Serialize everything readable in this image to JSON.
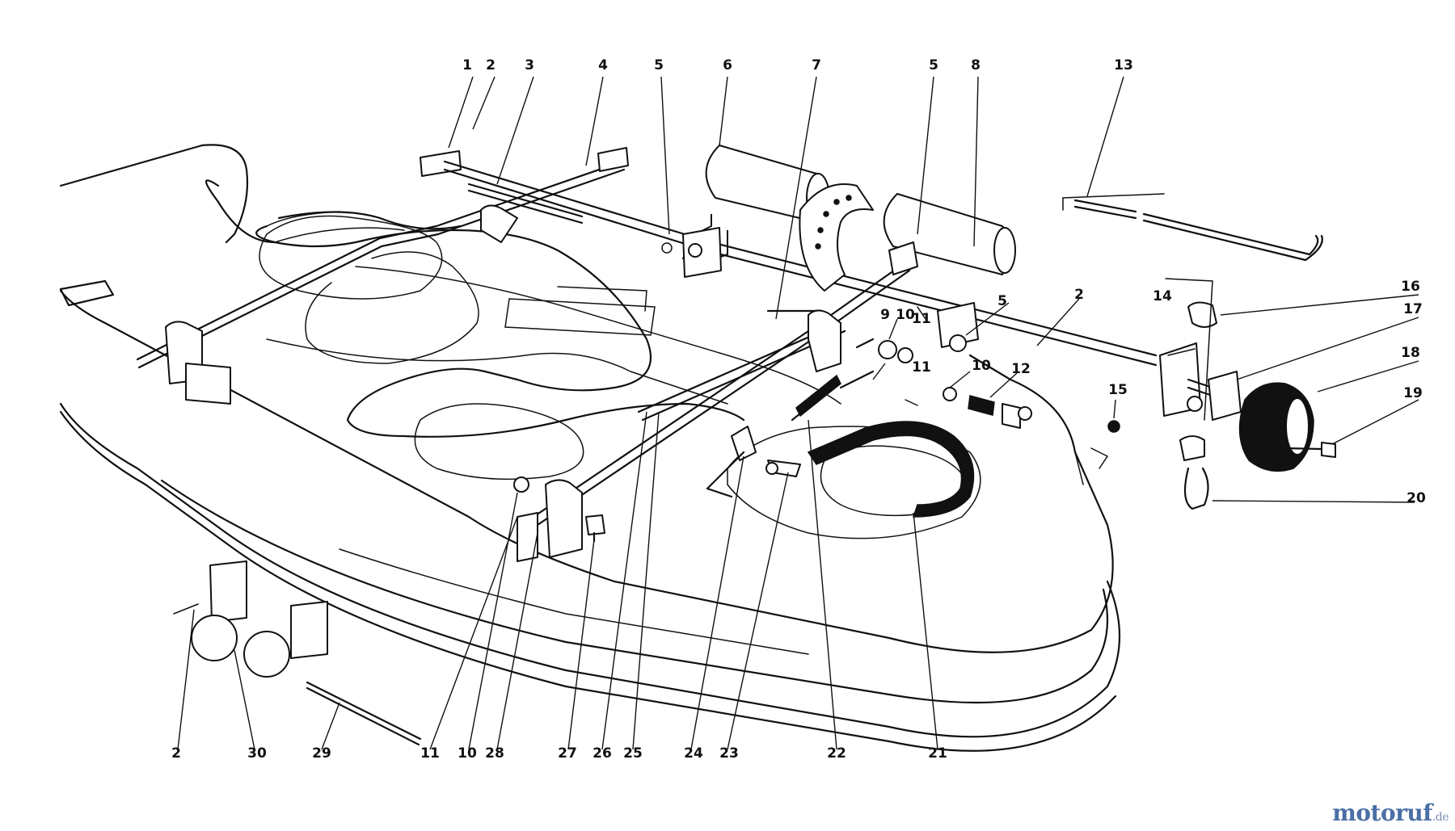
{
  "labels": [
    "1",
    "2",
    "3",
    "4",
    "5",
    "6",
    "7",
    "5",
    "8",
    "13",
    "16",
    "17",
    "18",
    "19",
    "20",
    "14",
    "2",
    "5",
    "9",
    "10",
    "11",
    "11",
    "10",
    "12",
    "15",
    "2",
    "30",
    "29",
    "11",
    "10",
    "28",
    "27",
    "26",
    "25",
    "24",
    "23",
    "22",
    "21"
  ],
  "watermark": {
    "brand": "motoruf",
    "suffix": ".de",
    "color": "#4a6fa5"
  }
}
